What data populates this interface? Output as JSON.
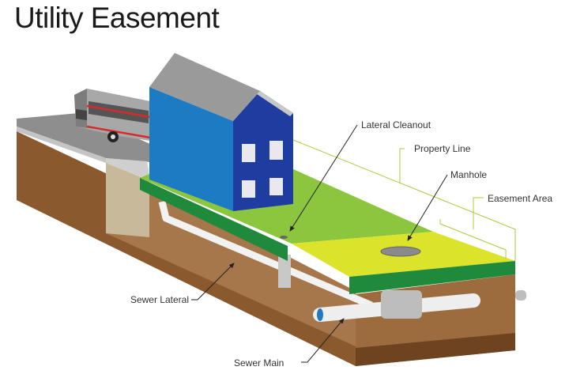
{
  "title": "Utility Easement",
  "labels": {
    "lateral_cleanout": "Lateral Cleanout",
    "property_line": "Property Line",
    "manhole": "Manhole",
    "easement_area": "Easement Area",
    "sewer_lateral": "Sewer Lateral",
    "sewer_main": "Sewer Main"
  },
  "colors": {
    "grass": "#8cc63f",
    "grass_edge": "#1f8a3c",
    "easement": "#dbe32b",
    "soil": "#8a5a2e",
    "house_side": "#1d7bc4",
    "house_front": "#1f3da0",
    "property_line": "#a6ce39"
  }
}
